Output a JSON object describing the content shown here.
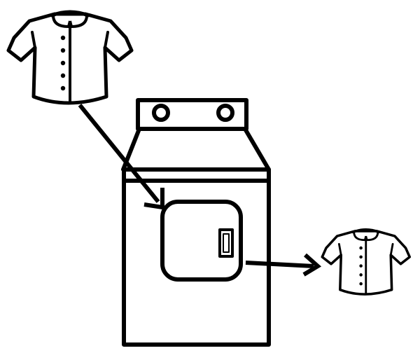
{
  "diagram": {
    "background": "#ffffff",
    "stroke_color": "#000000",
    "fill_color": "#ffffff",
    "elements": [
      {
        "name": "large-shirt-icon",
        "icon": "shirt",
        "role": "input-garment"
      },
      {
        "name": "dryer-icon",
        "icon": "clothes-dryer",
        "role": "appliance"
      },
      {
        "name": "small-shirt-icon",
        "icon": "shirt",
        "role": "output-garment"
      }
    ],
    "arrows": [
      {
        "name": "arrow-into-dryer",
        "from": "large-shirt-icon",
        "to": "dryer-icon"
      },
      {
        "name": "arrow-out-of-dryer",
        "from": "dryer-icon",
        "to": "small-shirt-icon"
      }
    ]
  }
}
